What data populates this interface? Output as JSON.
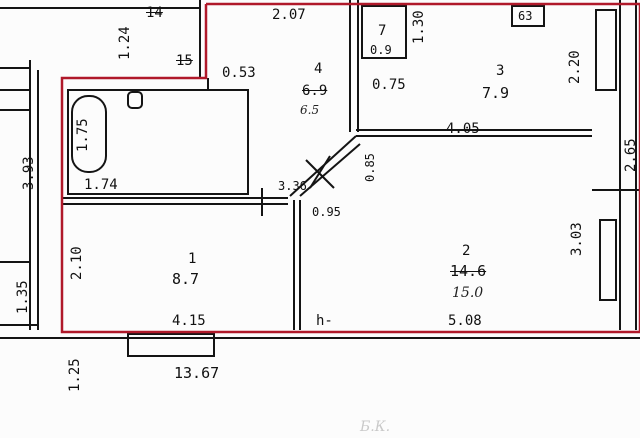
{
  "plan": {
    "outline_color": "#b0192a",
    "line_color": "#141414",
    "overall_width": "13.67",
    "dims": {
      "top_corridor_len": "14",
      "corridor_small": "1.24",
      "kitchen_width": "2.07",
      "room7_height": "1.30",
      "room3_height": "2.20",
      "right_edge": "2.65",
      "corridor_15": "15",
      "wall_053": "0.53",
      "wall_075": "0.75",
      "bath_width": "1.74",
      "bath_height": "1.75",
      "left_stair": "3.93",
      "left_stair_low": "1.35",
      "room3_width": "4.05",
      "hall_085": "0.85",
      "hall_336": "3.36",
      "hall_095": "0.95",
      "room1_height": "2.10",
      "room2_height": "3.03",
      "room1_width": "4.15",
      "room2_width": "5.08",
      "bottom_left": "1.25",
      "height_mark": "h-"
    },
    "rooms": [
      {
        "id": "7",
        "area": "0.9"
      },
      {
        "id": "4",
        "area": "6.9",
        "area_corrected": "6.5"
      },
      {
        "id": "3",
        "area": "7.9"
      },
      {
        "id": "1",
        "area": "8.7"
      },
      {
        "id": "2",
        "area": "14.6",
        "area_corrected": "15.0"
      }
    ],
    "stove_symbol": "63",
    "bottom_note": "Б.К."
  }
}
